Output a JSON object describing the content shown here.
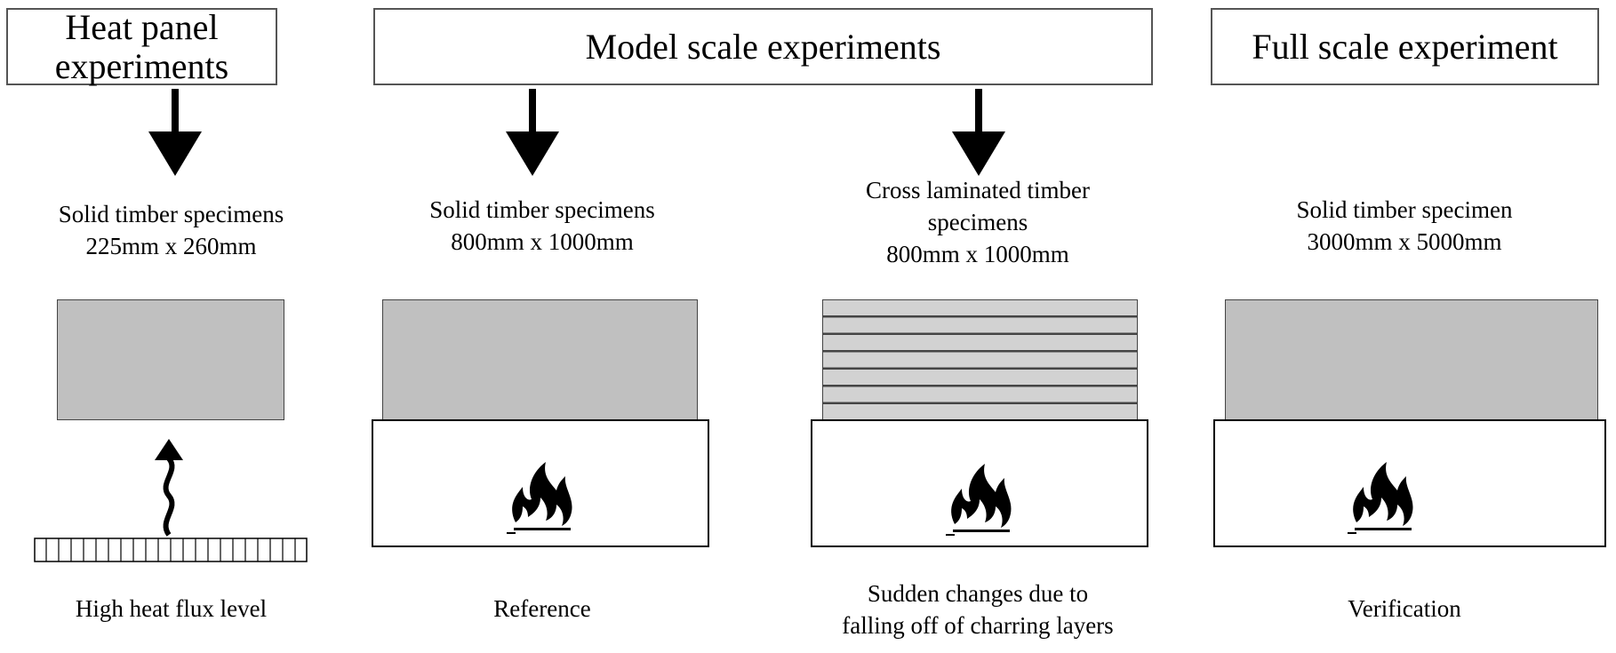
{
  "headers": {
    "heat_panel": "Heat panel experiments",
    "model_scale": "Model scale experiments",
    "full_scale": "Full scale experiment"
  },
  "columns": [
    {
      "title_lines": [
        "Solid timber specimens",
        "225mm x 260mm"
      ],
      "caption_lines": [
        "High heat flux level"
      ],
      "heat_source": "heat-panel"
    },
    {
      "title_lines": [
        "Solid timber specimens",
        "800mm x 1000mm"
      ],
      "caption_lines": [
        "Reference"
      ],
      "heat_source": "furnace"
    },
    {
      "title_lines": [
        "Cross laminated timber",
        "specimens",
        "800mm x 1000mm"
      ],
      "caption_lines": [
        "Sudden changes due to",
        "falling off of charring layers"
      ],
      "heat_source": "furnace"
    },
    {
      "title_lines": [
        "Solid timber specimen",
        "3000mm x 5000mm"
      ],
      "caption_lines": [
        "Verification"
      ],
      "heat_source": "furnace"
    }
  ],
  "colors": {
    "specimen_fill": "#c0c0c0",
    "laminate_fill": "#d2d2d2",
    "stroke": "#000000",
    "box_border": "#555555"
  },
  "icons": [
    "arrow-down-icon",
    "wavy-arrow-up-icon",
    "heat-panel-icon",
    "flame-icon"
  ]
}
